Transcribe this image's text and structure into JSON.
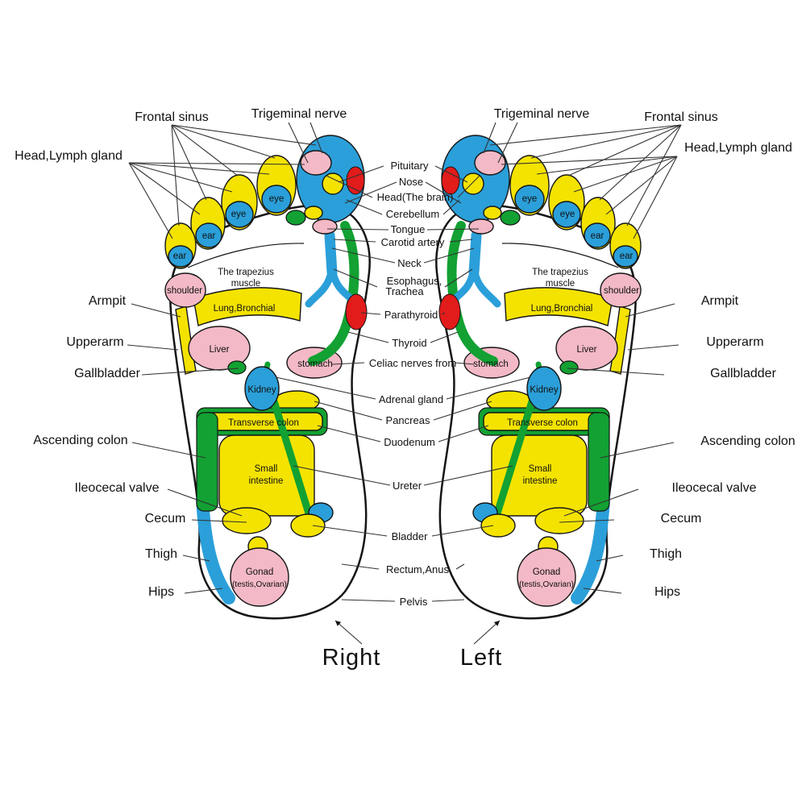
{
  "diagram": "foot-reflexology-chart",
  "colors": {
    "yellow": "#F4E300",
    "blue": "#2B9FD9",
    "green": "#12A132",
    "pink": "#F3B9C6",
    "red": "#E21B1B",
    "outline": "#151515",
    "leader_line": "#333333",
    "background": "#FFFFFF"
  },
  "labels": {
    "top": {
      "frontal_sinus": "Frontal sinus",
      "trigeminal_nerve": "Trigeminal nerve",
      "head_lymph_gland": "Head,Lymph gland"
    },
    "center": {
      "pituitary": "Pituitary",
      "nose": "Nose",
      "head_brain": "Head(The brain)",
      "cerebellum": "Cerebellum",
      "tongue": "Tongue",
      "carotid_artery": "Carotid artery",
      "neck": "Neck",
      "esophagus_line1": "Esophagus,",
      "esophagus_line2": "Trachea",
      "parathyroid": "Parathyroid",
      "thyroid": "Thyroid",
      "celiac": "Celiac nerves from",
      "adrenal_gland": "Adrenal gland",
      "pancreas": "Pancreas",
      "duodenum": "Duodenum",
      "ureter": "Ureter",
      "bladder": "Bladder",
      "rectum_anus": "Rectum,Anus",
      "pelvis": "Pelvis"
    },
    "side": {
      "armpit": "Armpit",
      "upperarm": "Upperarm",
      "gallbladder": "Gallbladder",
      "ascending_colon": "Ascending colon",
      "ileocecal_valve": "Ileocecal valve",
      "cecum": "Cecum",
      "thigh": "Thigh",
      "hips": "Hips"
    },
    "foot": {
      "eye": "eye",
      "ear": "ear",
      "shoulder": "shoulder",
      "trapezius_line1": "The trapezius",
      "trapezius_line2": "muscle",
      "lung_bronchial": "Lung,Bronchial",
      "liver": "Liver",
      "stomach": "stomach",
      "kidney": "Kidney",
      "transverse_colon": "Transverse colon",
      "small_intestine_line1": "Small",
      "small_intestine_line2": "intestine",
      "gonad_line1": "Gonad",
      "gonad_line2": "(testis,Ovarian)"
    },
    "footer": {
      "right": "Right",
      "left": "Left"
    }
  }
}
